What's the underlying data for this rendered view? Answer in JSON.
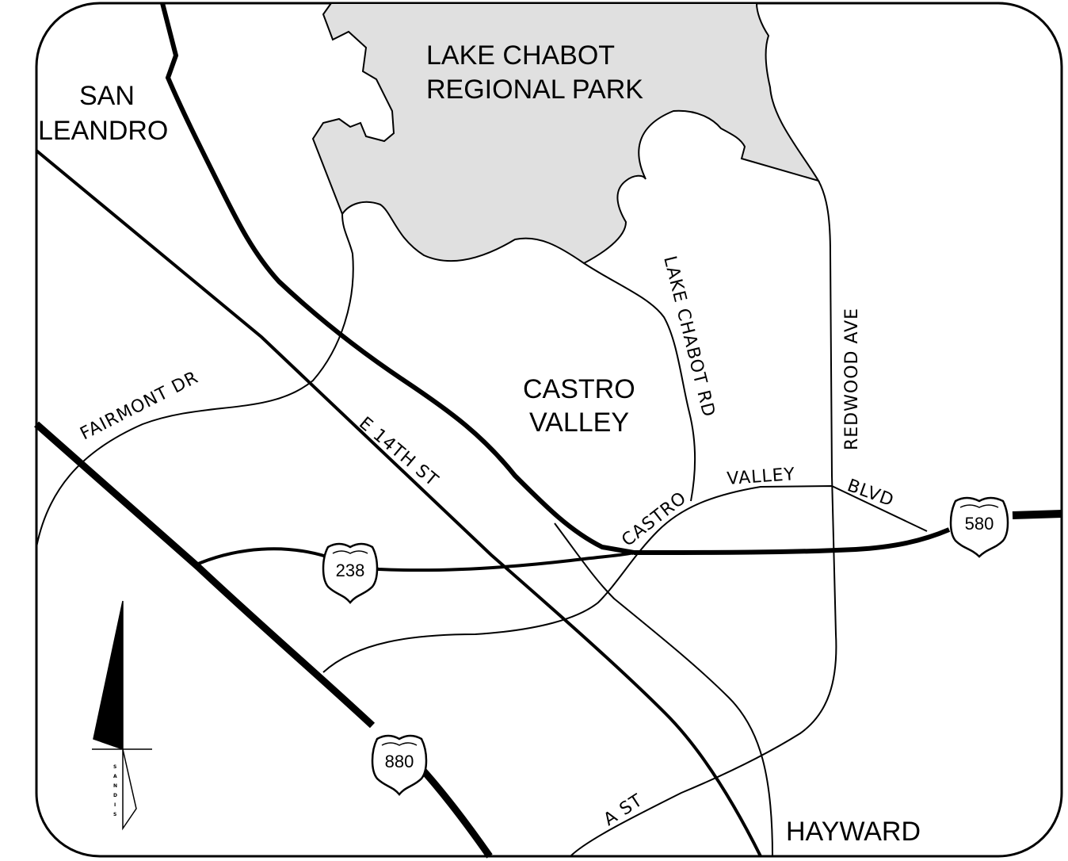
{
  "places": {
    "park_line1": "LAKE CHABOT",
    "park_line2": "REGIONAL PARK",
    "san_leandro_line1": "SAN",
    "san_leandro_line2": "LEANDRO",
    "castro_valley_line1": "CASTRO",
    "castro_valley_line2": "VALLEY",
    "hayward": "HAYWARD"
  },
  "roads": {
    "lake_chabot_rd": "LAKE CHABOT RD",
    "redwood_ave": "REDWOOD AVE",
    "fairmont_dr": "FAIRMONT DR",
    "e14th_st": "E 14TH ST",
    "castro_valley_blvd_1": "CASTRO",
    "castro_valley_blvd_2": "VALLEY",
    "castro_valley_blvd_3": "BLVD",
    "a_st": "A ST"
  },
  "shields": {
    "i238": "238",
    "i580": "580",
    "i880": "880"
  },
  "north_arrow": {
    "letters": [
      "S",
      "A",
      "N",
      "D",
      "I",
      "S"
    ]
  },
  "colors": {
    "park_fill": "#e0e0e0",
    "line": "#000000",
    "background": "#ffffff"
  }
}
